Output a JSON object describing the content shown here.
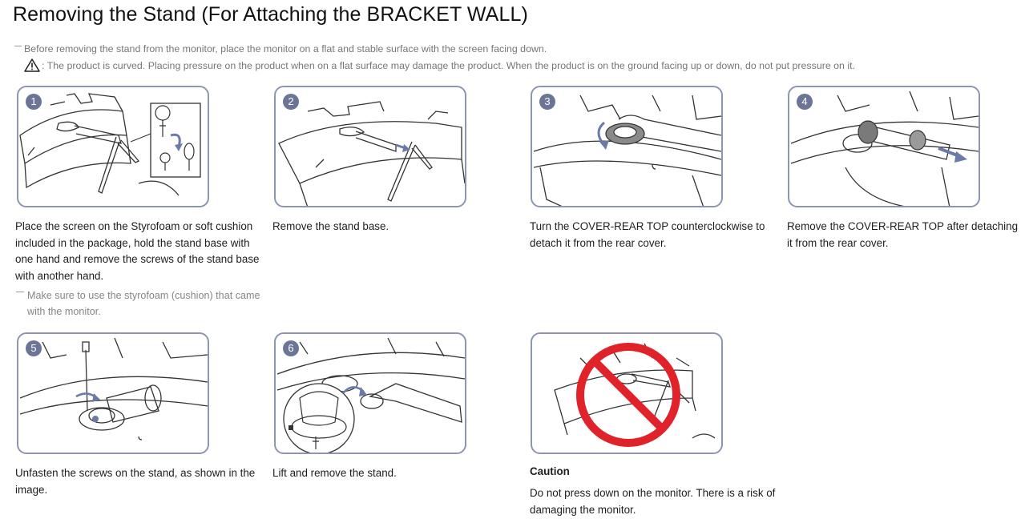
{
  "page": {
    "title": "Removing the Stand (For Attaching the BRACKET WALL)",
    "note": "Before removing the stand from the monitor, place the monitor on a flat and stable surface with the screen facing down.",
    "warning": ": The product is curved. Placing pressure on the product when on a flat surface may damage the product. When the product is on the ground facing up or down, do not put pressure on it.",
    "warning_icon": "warning-triangle-icon"
  },
  "steps": [
    {
      "number": "1",
      "text": "Place the screen on the Styrofoam or soft cushion included in the package, hold the stand base with one hand and remove the screws of the stand base with another hand.",
      "note": "Make sure to use the styrofoam (cushion) that came with the monitor."
    },
    {
      "number": "2",
      "text": "Remove the stand base."
    },
    {
      "number": "3",
      "text": "Turn the COVER-REAR TOP counterclockwise to detach it from the rear cover."
    },
    {
      "number": "4",
      "text": "Remove the COVER-REAR TOP after detaching it from the rear cover."
    },
    {
      "number": "5",
      "text": "Unfasten the screws on the stand, as shown in the image."
    },
    {
      "number": "6",
      "text": "Lift and remove the stand."
    }
  ],
  "caution": {
    "title": "Caution",
    "text": "Do not press down on the monitor. There is a risk of damaging the monitor."
  },
  "colors": {
    "panel_border": "#8e95b4",
    "badge": "#6c7597",
    "arrow": "#6b7aa8",
    "prohibit": "#e0222a"
  }
}
